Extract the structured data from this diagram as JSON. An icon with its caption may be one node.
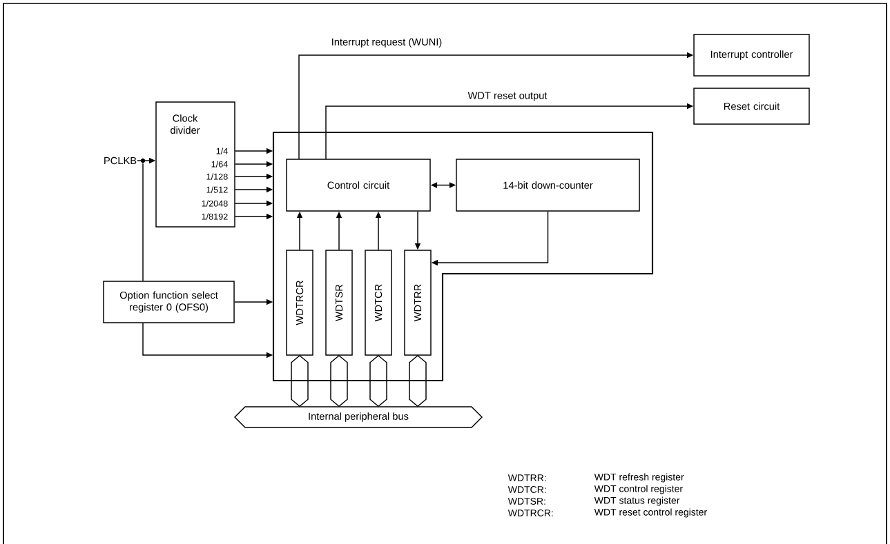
{
  "diagram": {
    "nodes": [
      {
        "text": [
          "PCLKB"
        ]
      },
      {
        "text": [
          "Clock divider",
          "1/4",
          "1/64",
          "1/128",
          "1/512",
          "1/2048",
          "1/8192"
        ]
      },
      {
        "text": [
          "Option function select register 0 (OFS0)"
        ]
      },
      {
        "text": [],
        "shape": "box"
      },
      {
        "text": [
          "Control circuit"
        ],
        "in": 3
      },
      {
        "text": [
          "14-bit down-counter"
        ],
        "in": 3
      },
      {
        "text": [
          "WDTRCR"
        ],
        "in": 3
      },
      {
        "text": [
          "WDTSR"
        ],
        "in": 3
      },
      {
        "text": [
          "WDTCR"
        ],
        "in": 3
      },
      {
        "text": [
          "WDTRR"
        ],
        "in": 3
      },
      {
        "text": [
          "Internal peripheral bus"
        ]
      },
      {
        "text": [
          "Interrupt controller"
        ]
      },
      {
        "text": [
          "Reset circuit"
        ]
      }
    ],
    "edges": [
      {
        "from": 0,
        "to": 1,
        "arrow": "to"
      },
      {
        "from": 0,
        "to": 2,
        "arrow": "none"
      },
      {
        "from": 1,
        "to": 3,
        "arrow": "to"
      },
      {
        "from": 1,
        "to": 3,
        "arrow": "to"
      },
      {
        "from": 1,
        "to": 3,
        "arrow": "to"
      },
      {
        "from": 1,
        "to": 3,
        "arrow": "to"
      },
      {
        "from": 1,
        "to": 3,
        "arrow": "to"
      },
      {
        "from": 1,
        "to": 3,
        "arrow": "to"
      },
      {
        "from": 2,
        "to": 3,
        "arrow": "to"
      },
      {
        "from": 2,
        "to": 3,
        "arrow": "to"
      },
      {
        "from": 4,
        "to": 11,
        "arrow": "to",
        "label": "Interrupt request (WUNI)"
      },
      {
        "from": 4,
        "to": 12,
        "arrow": "to",
        "label": "WDT reset output"
      },
      {
        "from": 4,
        "to": 5,
        "arrow": "both"
      },
      {
        "from": 6,
        "to": 4,
        "arrow": "to"
      },
      {
        "from": 7,
        "to": 4,
        "arrow": "to"
      },
      {
        "from": 8,
        "to": 4,
        "arrow": "to"
      },
      {
        "from": 4,
        "to": 9,
        "arrow": "to"
      },
      {
        "from": 5,
        "to": 9,
        "arrow": "to"
      },
      {
        "from": 6,
        "to": 10,
        "arrow": "none"
      },
      {
        "from": 7,
        "to": 10,
        "arrow": "none"
      },
      {
        "from": 8,
        "to": 10,
        "arrow": "none"
      },
      {
        "from": 9,
        "to": 10,
        "arrow": "none"
      }
    ],
    "labels": [
      "WDTRR:",
      "WDT refresh register",
      "WDTCR:",
      "WDT control register",
      "WDTSR:",
      "WDT status register",
      "WDTRCR:",
      "WDT reset control register"
    ]
  }
}
